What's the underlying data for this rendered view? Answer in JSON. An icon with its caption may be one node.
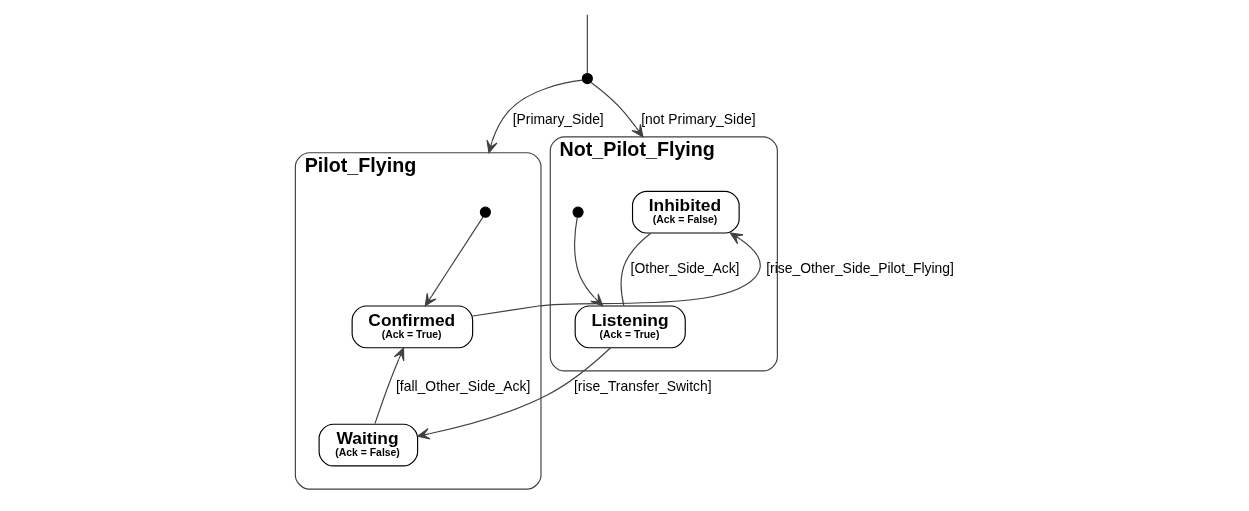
{
  "diagram": {
    "nodes": [
      {
        "text": [],
        "shape": "circle"
      },
      {
        "text": [
          "Pilot_Flying"
        ]
      },
      {
        "text": [],
        "shape": "circle",
        "in": 1
      },
      {
        "text": [
          "Confirmed",
          "(Ack = True)"
        ],
        "in": 1
      },
      {
        "text": [
          "Waiting",
          "(Ack = False)"
        ],
        "in": 1
      },
      {
        "text": [
          "Not_Pilot_Flying"
        ]
      },
      {
        "text": [
          "Inhibited",
          "(Ack = False)"
        ],
        "in": 5
      },
      {
        "text": [
          "Listening",
          "(Ack = True)"
        ],
        "in": 5
      },
      {
        "text": [],
        "shape": "circle",
        "in": 5
      }
    ],
    "edges": [
      {
        "from": null,
        "to": 0,
        "arrow": "none"
      },
      {
        "from": 0,
        "to": 1,
        "arrow": "to",
        "label": "[Primary_Side]"
      },
      {
        "from": 0,
        "to": 5,
        "arrow": "to",
        "label": "[not Primary_Side]"
      },
      {
        "from": 2,
        "to": 3,
        "arrow": "to"
      },
      {
        "from": 3,
        "to": 6,
        "arrow": "to",
        "label": "[rise_Other_Side_Pilot_Flying]"
      },
      {
        "from": 4,
        "to": 3,
        "arrow": "to",
        "label": "[fall_Other_Side_Ack]"
      },
      {
        "from": 6,
        "to": 7,
        "arrow": "none",
        "label": "[Other_Side_Ack]"
      },
      {
        "from": 7,
        "to": 4,
        "arrow": "to",
        "label": "[rise_Transfer_Switch]"
      },
      {
        "from": 8,
        "to": 7,
        "arrow": "to"
      }
    ]
  }
}
